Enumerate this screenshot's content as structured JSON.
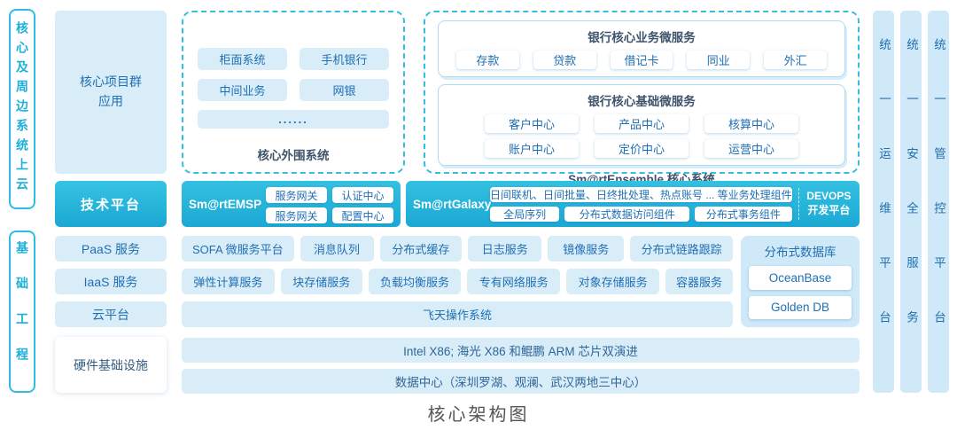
{
  "colors": {
    "accent_cyan": "#29b6dc",
    "pill_bg_blue": "#d9edf9",
    "pill_text_blue": "#1f6fb4",
    "dark_label": "#3f546b"
  },
  "diagram_title": "核心架构图",
  "left_rail": {
    "top_label": "核心及周边系统上云",
    "bottom_label": "基础工程"
  },
  "row_headers": {
    "core_apps": "核心项目群应用",
    "tech_platform": "技术平台",
    "paas": "PaaS 服务",
    "iaas": "IaaS 服务",
    "cloud": "云平台",
    "hardware": "硬件基础设施"
  },
  "peripheral": {
    "items": [
      "柜面系统",
      "手机银行",
      "中间业务",
      "网银"
    ],
    "more": "......",
    "caption": "核心外围系统"
  },
  "ensemble": {
    "caption": "Sm@rtEnsemble 核心系统",
    "business": {
      "title": "银行核心业务微服务",
      "items": [
        "存款",
        "贷款",
        "借记卡",
        "同业",
        "外汇"
      ]
    },
    "foundation": {
      "title": "银行核心基础微服务",
      "row1": [
        "客户中心",
        "产品中心",
        "核算中心"
      ],
      "row2": [
        "账户中心",
        "定价中心",
        "运营中心"
      ]
    }
  },
  "emsp": {
    "label": "Sm@rtEMSP",
    "items": [
      "服务网关",
      "认证中心",
      "服务网关",
      "配置中心"
    ]
  },
  "galaxy": {
    "label": "Sm@rtGalaxy",
    "banner": "日间联机、日间批量、日终批处理、热点账号 ... 等业务处理组件",
    "items": [
      "全局序列",
      "分布式数据访问组件",
      "分布式事务组件"
    ],
    "devops": "DEVOPS 开发平台"
  },
  "paas_row": [
    "SOFA 微服务平台",
    "消息队列",
    "分布式缓存",
    "日志服务",
    "镜像服务",
    "分布式链路跟踪"
  ],
  "iaas_row": [
    "弹性计算服务",
    "块存储服务",
    "负载均衡服务",
    "专有网络服务",
    "对象存储服务",
    "容器服务"
  ],
  "cloud_row": "飞天操作系统",
  "database": {
    "title": "分布式数据库",
    "items": [
      "OceanBase",
      "Golden DB"
    ]
  },
  "hardware_rows": [
    "Intel X86; 海光 X86 和鲲鹏 ARM 芯片双演进",
    "数据中心（深圳罗湖、观澜、武汉两地三中心）"
  ],
  "right_rail": [
    "统一运维平台",
    "统一安全服务",
    "统一管控平台"
  ]
}
